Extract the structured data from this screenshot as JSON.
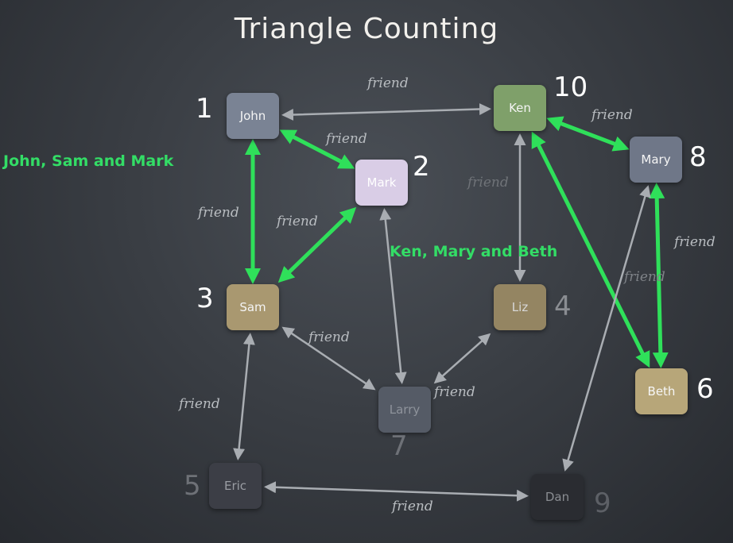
{
  "title": "Triangle Counting",
  "colors": {
    "highlight": "#2fe05a",
    "edge": "#a9adb2"
  },
  "nodes": {
    "john": {
      "label": "John",
      "num": "1"
    },
    "mark": {
      "label": "Mark",
      "num": "2"
    },
    "sam": {
      "label": "Sam",
      "num": "3"
    },
    "liz": {
      "label": "Liz",
      "num": "4"
    },
    "eric": {
      "label": "Eric",
      "num": "5"
    },
    "beth": {
      "label": "Beth",
      "num": "6"
    },
    "larry": {
      "label": "Larry",
      "num": "7"
    },
    "mary": {
      "label": "Mary",
      "num": "8"
    },
    "dan": {
      "label": "Dan",
      "num": "9"
    },
    "ken": {
      "label": "Ken",
      "num": "10"
    }
  },
  "edge_label": "friend",
  "triangles": {
    "first": "John, Sam and Mark",
    "second": "Ken, Mary and Beth"
  },
  "edges": [
    {
      "from": "john",
      "to": "ken",
      "highlight": false
    },
    {
      "from": "john",
      "to": "mark",
      "highlight": true
    },
    {
      "from": "john",
      "to": "sam",
      "highlight": true
    },
    {
      "from": "mark",
      "to": "sam",
      "highlight": true
    },
    {
      "from": "mark",
      "to": "larry",
      "highlight": false
    },
    {
      "from": "sam",
      "to": "larry",
      "highlight": false
    },
    {
      "from": "sam",
      "to": "eric",
      "highlight": false
    },
    {
      "from": "larry",
      "to": "liz",
      "highlight": false
    },
    {
      "from": "ken",
      "to": "liz",
      "highlight": false
    },
    {
      "from": "ken",
      "to": "mary",
      "highlight": true
    },
    {
      "from": "ken",
      "to": "beth",
      "highlight": true
    },
    {
      "from": "mary",
      "to": "beth",
      "highlight": true
    },
    {
      "from": "mary",
      "to": "dan",
      "highlight": false
    },
    {
      "from": "eric",
      "to": "dan",
      "highlight": false
    }
  ]
}
